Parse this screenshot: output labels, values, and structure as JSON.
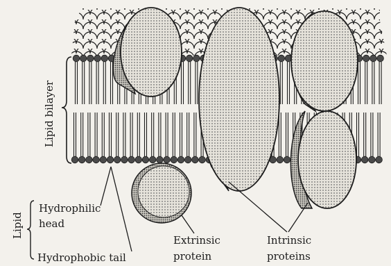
{
  "labels": {
    "lipid_bilayer": "Lipid bilayer",
    "lipid": "Lipid",
    "hydrophilic_line1": "Hydrophilic",
    "hydrophilic_line2": "head",
    "hydrophobic": "Hydrophobic tail",
    "extrinsic_line1": "Extrinsic",
    "extrinsic_line2": "protein",
    "intrinsic_line1": "Intrinsic",
    "intrinsic_line2": "proteins"
  },
  "colors": {
    "ink": "#1c1c1c",
    "paper": "#f3f1ec",
    "protein_fill": "#e3e0d8",
    "protein_dots": "#6b6b6b",
    "lipid_head": "#4a4a4a"
  }
}
